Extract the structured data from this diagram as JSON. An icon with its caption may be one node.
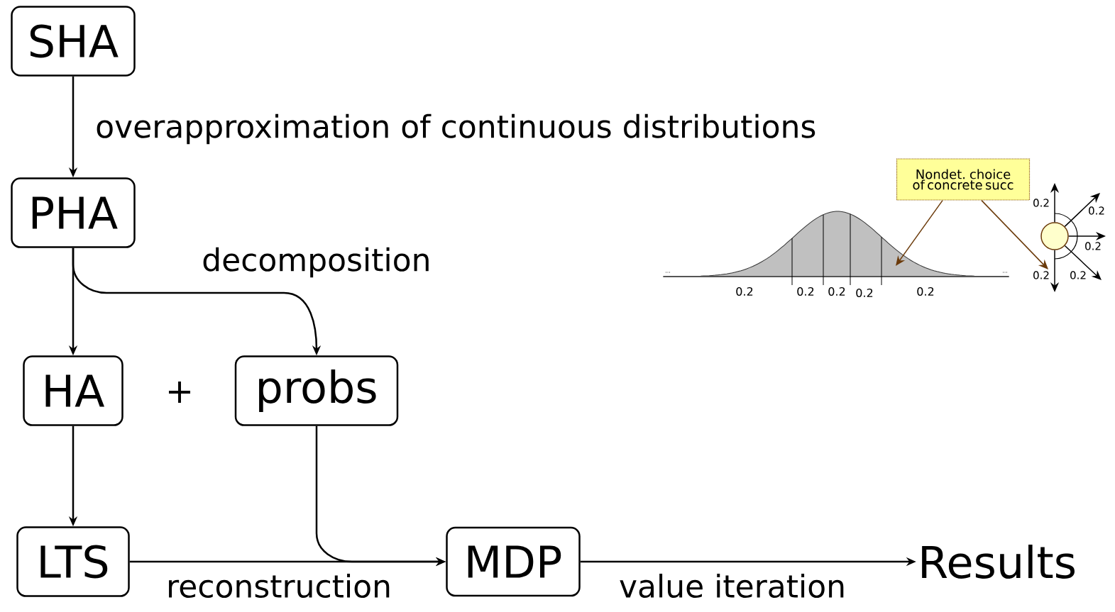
{
  "diagram": {
    "nodes": [
      {
        "text": [
          "SHA"
        ]
      },
      {
        "text": [
          "PHA"
        ]
      },
      {
        "text": [
          "HA"
        ]
      },
      {
        "text": [
          "probs"
        ]
      },
      {
        "text": [
          "LTS"
        ]
      },
      {
        "text": [
          "MDP"
        ]
      },
      {
        "text": [
          "Results"
        ]
      },
      {
        "text": [
          "Nondet. choice of concrete succ"
        ]
      },
      {
        "text": [],
        "shape": "picture"
      },
      {
        "text": [],
        "shape": "circle"
      }
    ],
    "edges": [
      {
        "from": 0,
        "to": 1,
        "arrow": "to",
        "label": "overapproximation of continuous distributions"
      },
      {
        "from": 1,
        "to": 2,
        "arrow": "to"
      },
      {
        "from": 1,
        "to": 3,
        "arrow": "to",
        "label": "decomposition"
      },
      {
        "from": 2,
        "to": 4,
        "arrow": "to"
      },
      {
        "from": 3,
        "to": 5,
        "arrow": "to"
      },
      {
        "from": 4,
        "to": 5,
        "arrow": "to",
        "label": "reconstruction"
      },
      {
        "from": 5,
        "to": 6,
        "arrow": "to",
        "label": "value iteration"
      },
      {
        "from": 7,
        "to": 8,
        "arrow": "to",
        "color": "#6b3a0a"
      },
      {
        "from": 7,
        "to": 9,
        "arrow": "to",
        "color": "#6b3a0a"
      },
      {
        "from": 9,
        "to": null,
        "arrow": "to",
        "label": "0.2"
      },
      {
        "from": 9,
        "to": null,
        "arrow": "to",
        "label": "0.2"
      },
      {
        "from": 9,
        "to": null,
        "arrow": "to",
        "label": "0.2"
      },
      {
        "from": 9,
        "to": null,
        "arrow": "to",
        "label": "0.2"
      },
      {
        "from": 9,
        "to": null,
        "arrow": "to",
        "label": "0.2"
      }
    ],
    "labels": [
      "+",
      "...",
      "...",
      "0.2",
      "0.2",
      "0.2",
      "0.2",
      "0.2"
    ]
  }
}
